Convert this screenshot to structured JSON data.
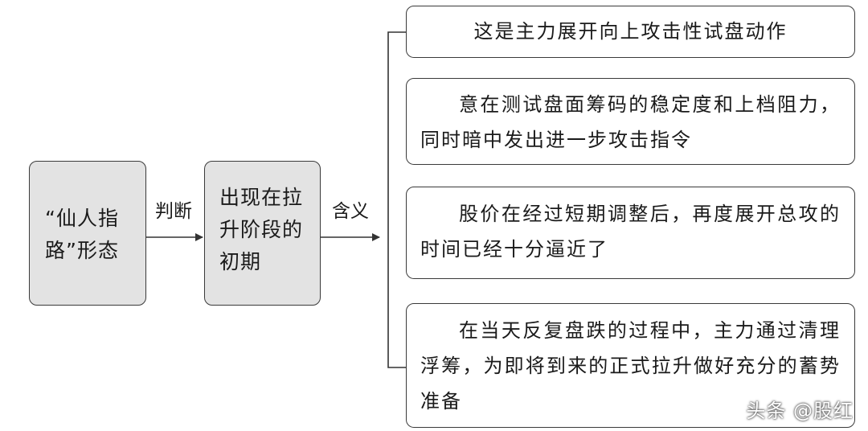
{
  "source": {
    "line1": "“仙人指",
    "line2": "路”形态"
  },
  "edge_judge": "判断",
  "stage": {
    "line1": "出现在拉",
    "line2": "升阶段的",
    "line3": "初期"
  },
  "edge_meaning": "含义",
  "meanings": [
    "这是主力展开向上攻击性试盘动作",
    "意在测试盘面筹码的稳定度和上档阻力，同时暗中发出进一步攻击指令",
    "股价在经过短期调整后，再度展开总攻的时间已经十分逼近了",
    "在当天反复盘跌的过程中，主力通过清理浮筹，为即将到来的正式拉升做好充分的蓄势准备"
  ],
  "watermark": "头条 @股红"
}
